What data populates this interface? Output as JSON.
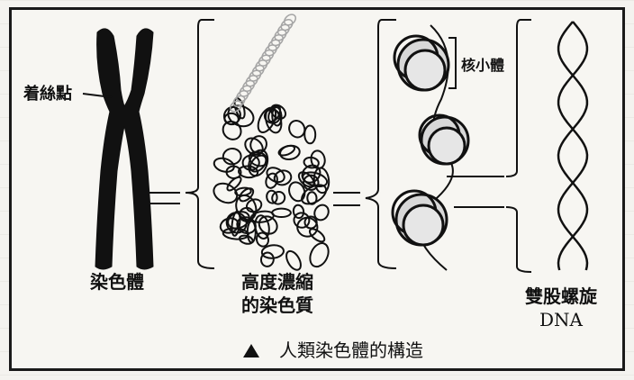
{
  "labels": {
    "centromere": "着絲點",
    "chromosome": "染色體",
    "chromatin_line1": "高度濃縮",
    "chromatin_line2": "的染色質",
    "nucleosome": "核小體",
    "dna_line1": "雙股螺旋",
    "dna_line2": "DNA"
  },
  "caption": "人類染色體的構造",
  "colors": {
    "ink": "#111111",
    "paper": "#f7f6f2",
    "bead_fill": "#d8d8d8"
  }
}
